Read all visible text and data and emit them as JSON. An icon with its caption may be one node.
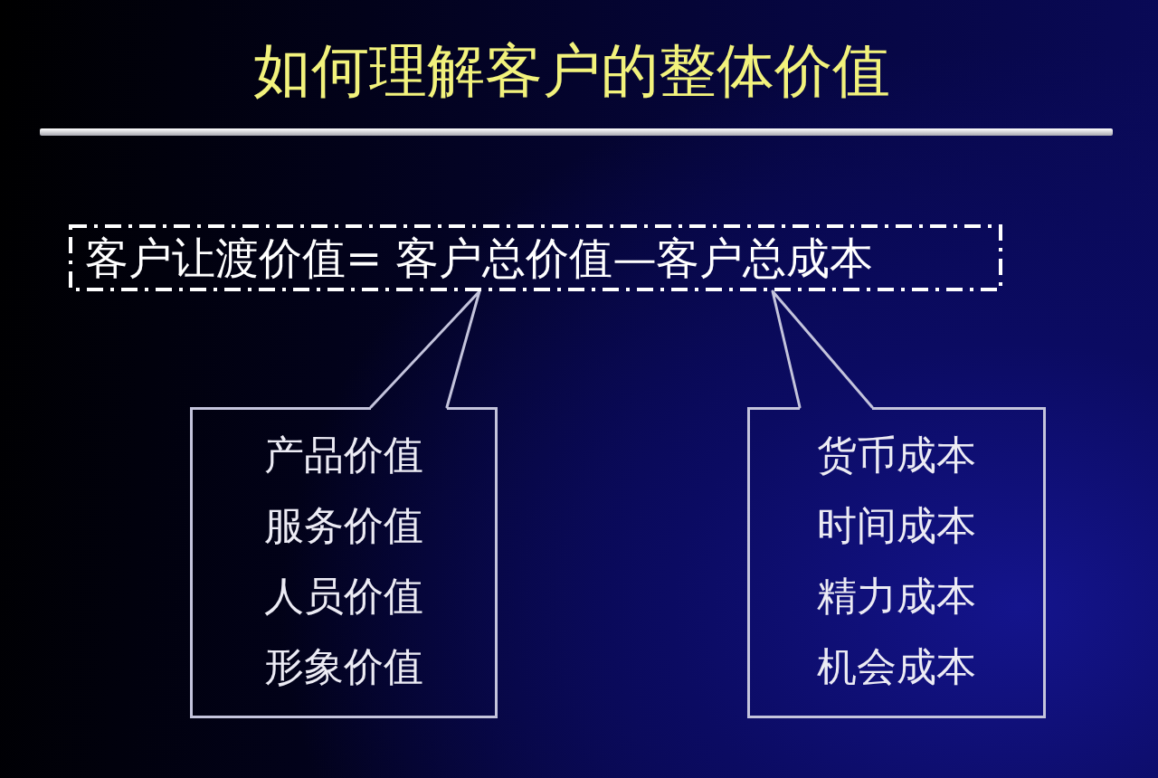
{
  "diagram": {
    "title": "如何理解客户的整体价值",
    "nodes": [
      {
        "text": [
          "客户让渡价值= 客户总价值—客户总成本"
        ]
      },
      {
        "text": [
          "产品价值",
          "服务价值",
          "人员价值",
          "形象价值"
        ]
      },
      {
        "text": [
          "货币成本",
          "时间成本",
          "精力成本",
          "机会成本"
        ]
      }
    ],
    "edges": [
      {
        "from": 1,
        "to": 0,
        "arrow": "none"
      },
      {
        "from": 2,
        "to": 0,
        "arrow": "none"
      }
    ]
  }
}
